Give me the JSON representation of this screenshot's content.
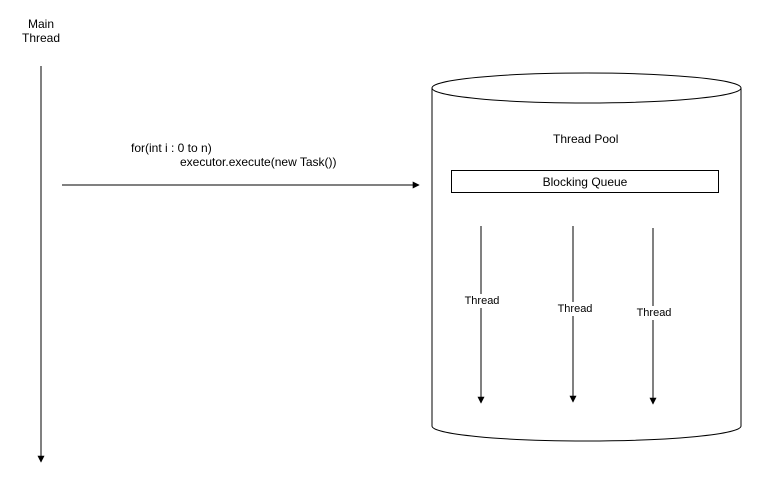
{
  "main_thread": {
    "label_line1": "Main",
    "label_line2": "Thread"
  },
  "call": {
    "line1": "for(int i : 0 to n)",
    "line2": "executor.execute(new Task())"
  },
  "pool": {
    "title": "Thread Pool",
    "queue_label": "Blocking Queue",
    "threads": [
      {
        "label": "Thread"
      },
      {
        "label": "Thread"
      },
      {
        "label": "Thread"
      }
    ]
  }
}
